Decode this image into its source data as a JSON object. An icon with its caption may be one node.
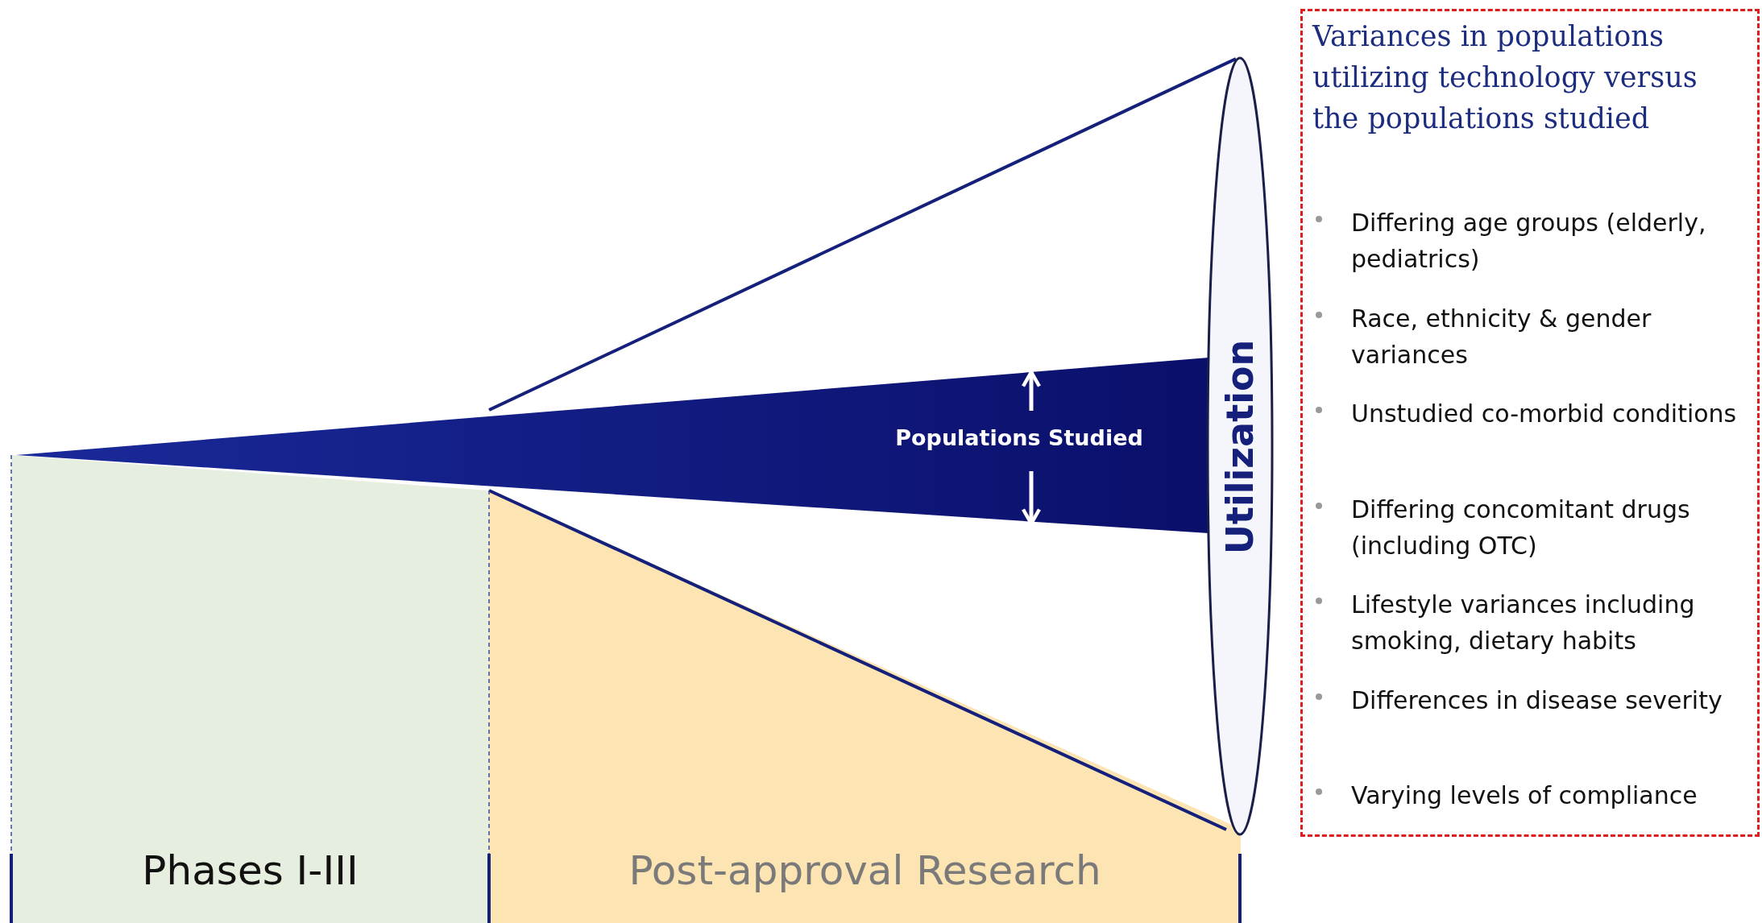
{
  "diagram": {
    "nodes": [
      {
        "text": [
          "Phases I-III"
        ]
      },
      {
        "text": [
          "Post-approval Research"
        ]
      },
      {
        "text": [
          "Populations Studied"
        ]
      },
      {
        "text": [
          "Utilization"
        ]
      },
      {
        "text": [
          "Variances in populations utilizing technology versus the populations studied",
          "Differing age groups (elderly, pediatrics)",
          "Race, ethnicity & gender variances",
          "Unstudied co-morbid conditions",
          "Differing concomitant drugs (including OTC)",
          "Lifestyle variances including smoking, dietary habits",
          "Differences in disease severity",
          "Varying levels of compliance"
        ]
      }
    ]
  }
}
